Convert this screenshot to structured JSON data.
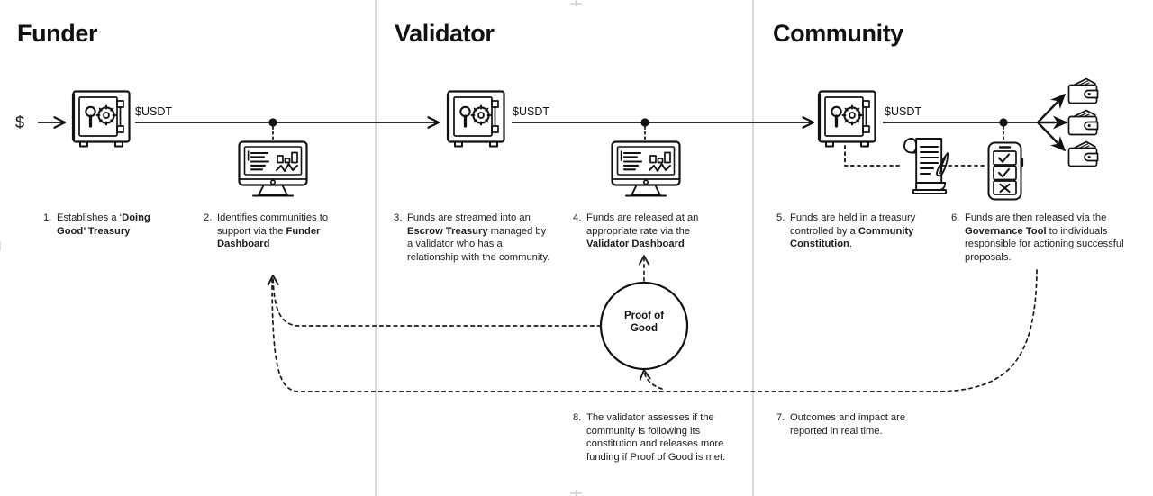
{
  "diagram": {
    "title_hidden": "Doing Good funding flow: Funder to Validator to Community",
    "columns": [
      {
        "id": "funder",
        "label": "Funder"
      },
      {
        "id": "validator",
        "label": "Validator"
      },
      {
        "id": "community",
        "label": "Community"
      }
    ],
    "flow_labels": [
      {
        "id": "usdt-funder",
        "text": "$USDT"
      },
      {
        "id": "usdt-validator",
        "text": "$USDT"
      },
      {
        "id": "usdt-community",
        "text": "$USDT"
      }
    ],
    "money_symbol": "$",
    "node": {
      "proof_of_good_line1": "Proof of",
      "proof_of_good_line2": "Good"
    },
    "icons": [
      {
        "id": "safe-funder",
        "name": "safe-icon",
        "column": "funder"
      },
      {
        "id": "dashboard-funder",
        "name": "monitor-icon",
        "column": "funder"
      },
      {
        "id": "safe-validator",
        "name": "safe-icon",
        "column": "validator"
      },
      {
        "id": "dashboard-validator",
        "name": "monitor-icon",
        "column": "validator"
      },
      {
        "id": "safe-community",
        "name": "safe-icon",
        "column": "community"
      },
      {
        "id": "constitution",
        "name": "scroll-quill-icon",
        "column": "community"
      },
      {
        "id": "governance",
        "name": "phone-checklist-icon",
        "column": "community"
      },
      {
        "id": "wallet-1",
        "name": "wallet-icon",
        "column": "community"
      },
      {
        "id": "wallet-2",
        "name": "wallet-icon",
        "column": "community"
      },
      {
        "id": "wallet-3",
        "name": "wallet-icon",
        "column": "community"
      }
    ],
    "steps": [
      {
        "number": "1.",
        "parts": [
          {
            "text": "Establishes a ‘",
            "bold": false
          },
          {
            "text": "Doing Good’ Treasury",
            "bold": true
          }
        ],
        "plain": "1. Establishes a ‘Doing Good’ Treasury"
      },
      {
        "number": "2.",
        "parts": [
          {
            "text": "Identifies communities to support via the ",
            "bold": false
          },
          {
            "text": "Funder Dashboard",
            "bold": true
          }
        ],
        "plain": "2. Identifies communities to support via the Funder Dashboard"
      },
      {
        "number": "3.",
        "parts": [
          {
            "text": "Funds are streamed into an ",
            "bold": false
          },
          {
            "text": "Escrow Treasury",
            "bold": true
          },
          {
            "text": " managed by a validator who has a relationship with the community.",
            "bold": false
          }
        ],
        "plain": "3. Funds are streamed into an Escrow Treasury managed by a validator who has a relationship with the community."
      },
      {
        "number": "4.",
        "parts": [
          {
            "text": "Funds are released at an appropriate rate via the ",
            "bold": false
          },
          {
            "text": "Validator Dashboard",
            "bold": true
          }
        ],
        "plain": "4. Funds are released at an appropriate rate via the Validator Dashboard"
      },
      {
        "number": "5.",
        "parts": [
          {
            "text": "Funds are held in a treasury controlled by a ",
            "bold": false
          },
          {
            "text": "Community Constitution",
            "bold": true
          },
          {
            "text": ".",
            "bold": false
          }
        ],
        "plain": "5. Funds are held in a treasury controlled by a Community Constitution."
      },
      {
        "number": "6.",
        "parts": [
          {
            "text": "Funds are then released via the ",
            "bold": false
          },
          {
            "text": "Governance Tool",
            "bold": true
          },
          {
            "text": " to individuals responsible for actioning successful proposals.",
            "bold": false
          }
        ],
        "plain": "6. Funds are then released via the Governance Tool to individuals responsible for actioning successful proposals."
      },
      {
        "number": "7.",
        "parts": [
          {
            "text": "Outcomes and impact are reported in real time.",
            "bold": false
          }
        ],
        "plain": "7. Outcomes and impact are reported in real time."
      },
      {
        "number": "8.",
        "parts": [
          {
            "text": "The validator assesses if the community is following its constitution and releases more funding if Proof of Good is met.",
            "bold": false
          }
        ],
        "plain": "8. The validator assesses if the community is following its constitution and releases more funding if Proof of Good is met."
      }
    ],
    "colors": {
      "ink": "#111111",
      "text": "#1d1d1d",
      "divider": "#c9c9c9",
      "background": "#ffffff"
    }
  }
}
